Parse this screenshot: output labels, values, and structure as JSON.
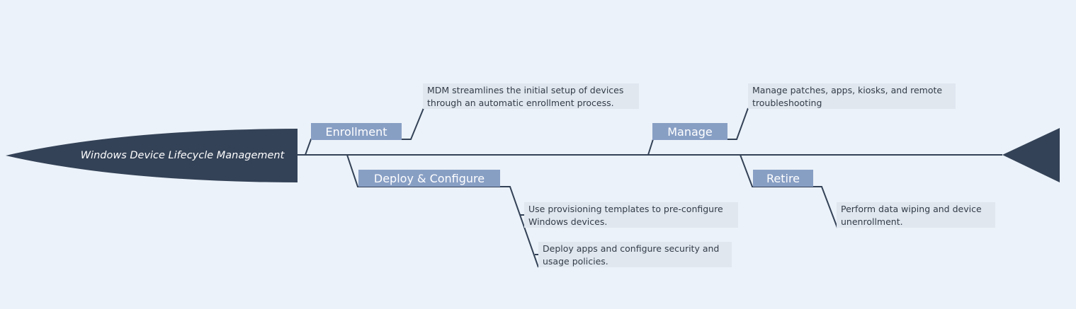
{
  "diagram": {
    "title": "Windows Device Lifecycle Management",
    "colors": {
      "background": "#ebf2f9",
      "head": "#344257",
      "spine": "#344257",
      "category": "#889fc4",
      "note_bg": "#e0e7ef",
      "note_text": "#333c48"
    },
    "categories": [
      {
        "id": "enrollment",
        "label": "Enrollment",
        "notes": [
          "MDM streamlines the initial setup of devices through an automatic enrollment process."
        ]
      },
      {
        "id": "deploy",
        "label": "Deploy & Configure",
        "notes": [
          "Use provisioning templates to pre-configure Windows devices.",
          "Deploy apps and configure security and usage policies."
        ]
      },
      {
        "id": "manage",
        "label": "Manage",
        "notes": [
          "Manage patches, apps, kiosks, and remote troubleshooting"
        ]
      },
      {
        "id": "retire",
        "label": "Retire",
        "notes": [
          "Perform data wiping and device unenrollment."
        ]
      }
    ]
  }
}
